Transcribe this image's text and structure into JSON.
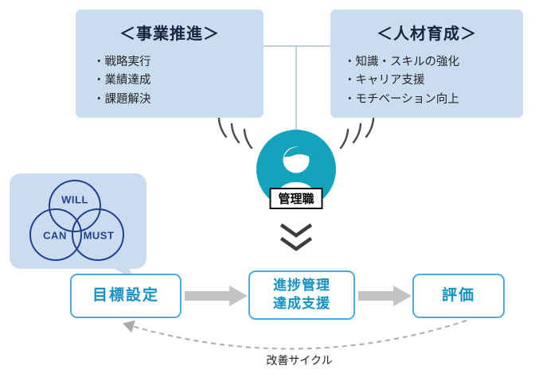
{
  "panels": {
    "business": {
      "title": "＜事業推進＞",
      "items": [
        "・戦略実行",
        "・業績達成",
        "・課題解決"
      ]
    },
    "development": {
      "title": "＜人材育成＞",
      "items": [
        "・知識・スキルの強化",
        "・キャリア支援",
        "・モチベーション向上"
      ]
    }
  },
  "manager": {
    "label": "管理職"
  },
  "venn": {
    "labels": [
      "WILL",
      "CAN",
      "MUST"
    ]
  },
  "process": {
    "steps": [
      {
        "lines": [
          "目標設定"
        ]
      },
      {
        "lines": [
          "進捗管理",
          "達成支援"
        ]
      },
      {
        "lines": [
          "評価"
        ]
      }
    ],
    "cycle_label": "改善サイクル"
  },
  "colors": {
    "panel_bg": "#C9DCF0",
    "navy_text": "#23418F",
    "teal": "#14A3BC",
    "step_border": "#4AACDE",
    "step_text": "#1392C6",
    "arrow_gray": "#C3C3C3"
  }
}
